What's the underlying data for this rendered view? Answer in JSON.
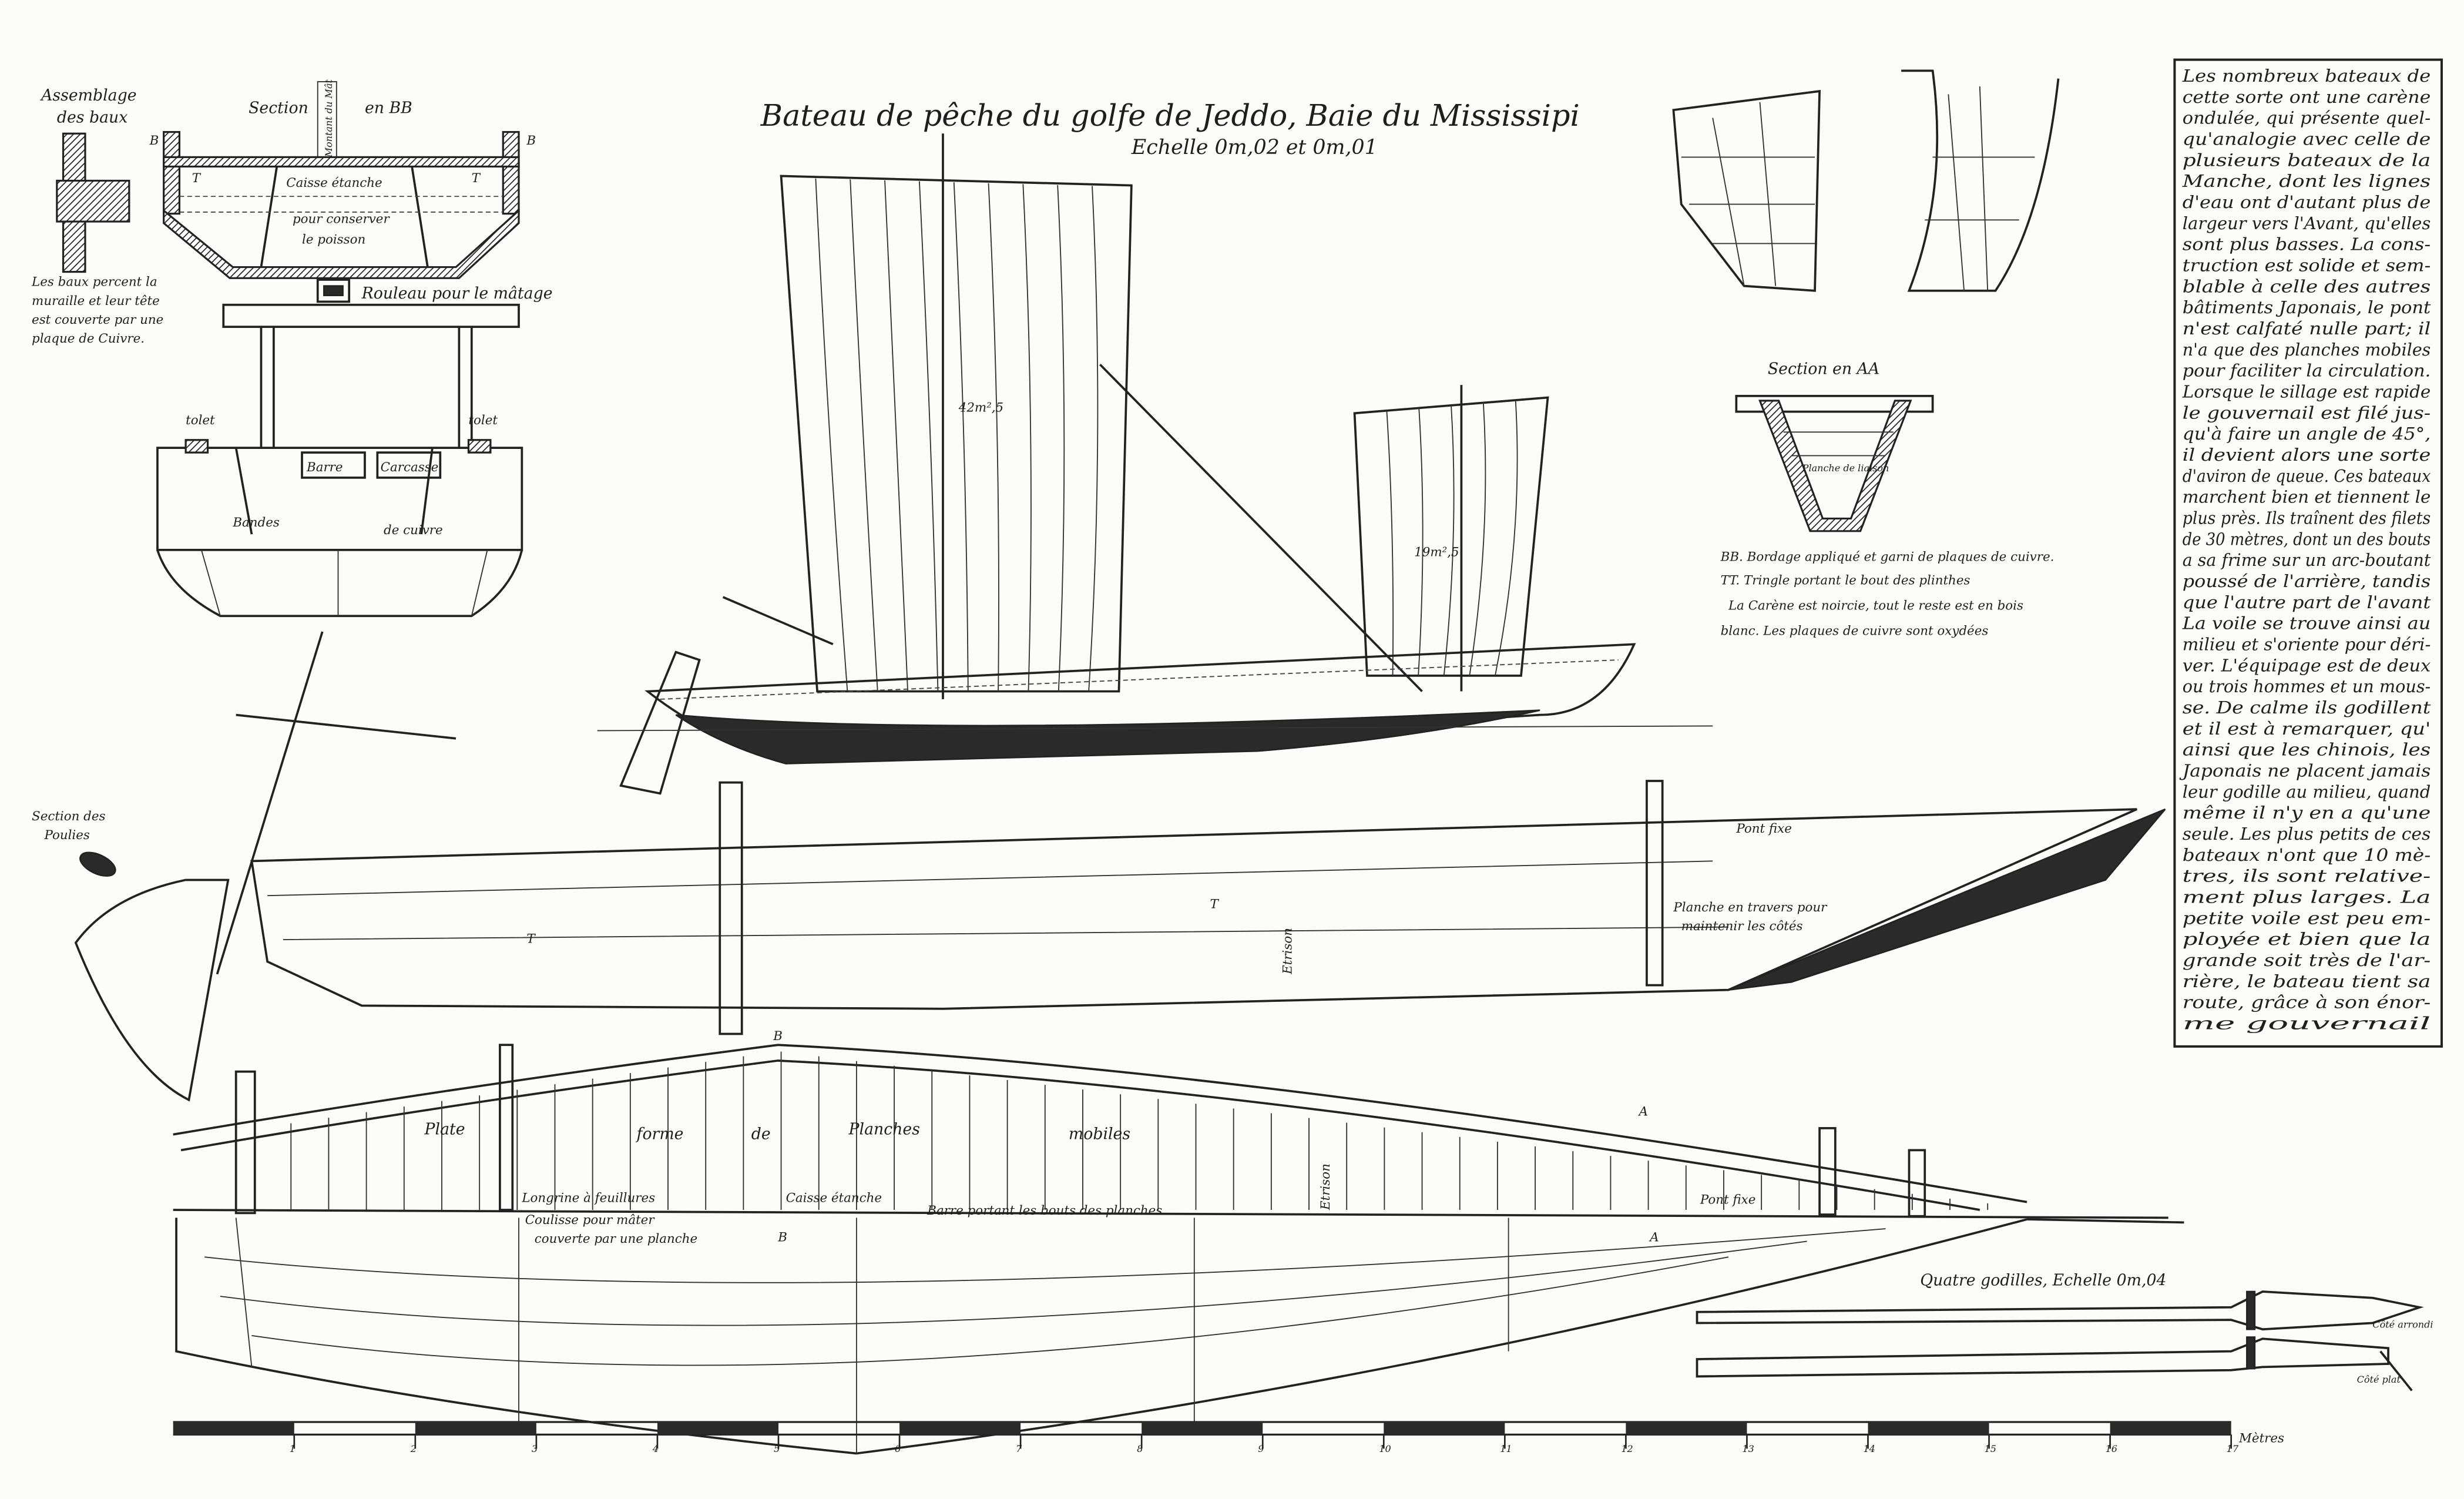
{
  "title": "Bateau de pêche du golfe de Jeddo, Baie du Mississipi",
  "scale_note": "Echelle 0m,02 et 0m,01",
  "colors": {
    "ink": "#222222",
    "paper": "#fcfcfa"
  },
  "section_bb": {
    "heading": "Section",
    "heading_suffix": "en BB",
    "mast_post": "Montant du Mât",
    "fish_box_1": "Caisse étanche",
    "fish_box_2": "pour conserver",
    "fish_box_3": "le poisson",
    "roller": "Rouleau pour le mâtage",
    "mark_b": "B",
    "mark_t": "T"
  },
  "beam_assembly": {
    "heading_1": "Assemblage",
    "heading_2": "des baux",
    "note": [
      "Les baux percent la",
      "muraille et leur tête",
      "est couverte par une",
      "plaque de Cuivre."
    ]
  },
  "stern_section": {
    "tolet_left": "tolet",
    "tolet_right": "tolet",
    "bar": "Barre",
    "carcass": "Carcasse",
    "bands_left": "Bandes",
    "bands_right": "de cuivre"
  },
  "section_aa": {
    "heading": "Section en AA",
    "plank": "Planche de liaison",
    "legend": [
      "BB. Bordage appliqué et garni de plaques de cuivre.",
      "TT. Tringle portant le bout des plinthes",
      "La Carène est noircie, tout le reste est en bois",
      "blanc. Les plaques de cuivre sont oxydées"
    ]
  },
  "sails": {
    "main_area": "42m²,5",
    "small_area": "19m²,5"
  },
  "profile": {
    "pulley_section_1": "Section des",
    "pulley_section_2": "Poulies",
    "fixed_deck": "Pont fixe",
    "cross_plank_1": "Planche en travers pour",
    "cross_plank_2": "maintenir les côtés",
    "etrison": "Etrison",
    "mark_t": "T"
  },
  "plan": {
    "platform_words": [
      "Plate",
      "forme",
      "de",
      "Planches",
      "mobiles"
    ],
    "stringer": "Longrine à feuillures",
    "slide_1": "Coulisse pour mâter",
    "slide_2": "couverte par une planche",
    "tight_box": "Caisse étanche",
    "bar": "Barre portant les bouts des planches",
    "etrison": "Etrison",
    "fixed_deck": "Pont fixe",
    "mark_a": "A",
    "mark_b": "B"
  },
  "oars": {
    "title": "Quatre godilles, Echelle 0m,04",
    "rounded_side": "Côté arrondi",
    "flat_side": "Côté plat"
  },
  "scale_bar": {
    "ticks": [
      "1",
      "2",
      "3",
      "4",
      "5",
      "6",
      "7",
      "8",
      "9",
      "10",
      "11",
      "12",
      "13",
      "14",
      "15",
      "16",
      "17"
    ],
    "unit": "Mètres"
  },
  "description": [
    "Les nombreux bateaux de",
    "cette sorte ont une carène",
    "ondulée, qui présente quel-",
    "qu'analogie avec celle de",
    "plusieurs bateaux de la",
    "Manche, dont les lignes",
    "d'eau ont d'autant plus de",
    "largeur vers l'Avant, qu'elles",
    "sont plus basses. La cons-",
    "truction est solide et sem-",
    "blable à celle des autres",
    "bâtiments Japonais, le pont",
    "n'est calfaté nulle part; il",
    "n'a que des planches mobiles",
    "pour faciliter la circulation.",
    "Lorsque le sillage est rapide",
    "le gouvernail est filé jus-",
    "qu'à faire un angle de 45°,",
    "il devient alors une sorte",
    "d'aviron de queue. Ces bateaux",
    "marchent bien et tiennent le",
    "plus près. Ils traînent des filets",
    "de 30 mètres, dont un des bouts",
    "a sa frime sur un arc-boutant",
    "poussé de l'arrière, tandis",
    "que l'autre part de l'avant",
    "La voile se trouve ainsi au",
    "milieu et s'oriente pour déri-",
    "ver. L'équipage est de deux",
    "ou trois hommes et un mous-",
    "se. De calme ils godillent",
    "et il est à remarquer, qu'",
    "ainsi que les chinois, les",
    "Japonais ne placent jamais",
    "leur godille au milieu, quand",
    "même il n'y en a qu'une",
    "seule. Les plus petits de ces",
    "bateaux n'ont que 10 mè-",
    "tres, ils sont relative-",
    "ment plus larges. La",
    "petite voile est peu em-",
    "ployée et bien que la",
    "grande soit très de l'ar-",
    "rière, le bateau tient sa",
    "route, grâce à son énor-",
    "me gouvernail"
  ]
}
